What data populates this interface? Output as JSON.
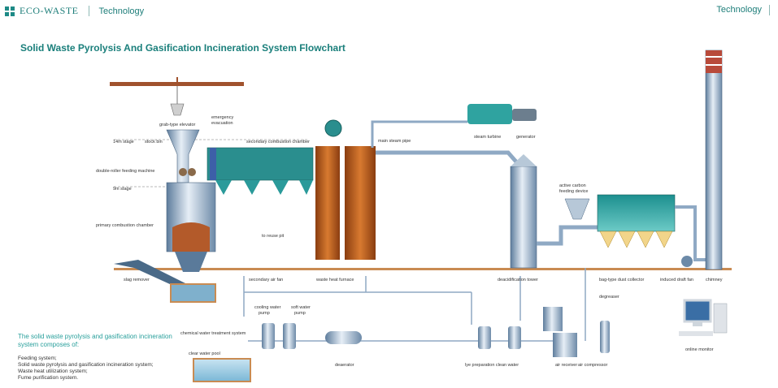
{
  "header": {
    "brand": "ECO-WASTE",
    "section": "Technology",
    "right_link": "Technology"
  },
  "title": "Solid Waste Pyrolysis And Gasification Incineration System Flowchart",
  "intro": "The solid waste pyrolysis and gasification incineration system composes of:",
  "systems": [
    "Feeding system;",
    "Solid waste pyrolysis and gasification incineration system;",
    "Waste heat utilization system;",
    "Fume purification system."
  ],
  "labels": {
    "grab_elevator": "grab-type elevator",
    "emergency_1": "emergency",
    "emergency_2": "evacuation",
    "stage_14m": "14m stage",
    "stock_bin": "stock bin",
    "secondary_chamber": "secondary combustion chamber",
    "main_steam_pipe": "main steam pipe",
    "steam_turbine": "steam turbine",
    "generator": "generator",
    "feeding_machine": "double-roller feeding machine",
    "stage_9m": "9m stage",
    "primary_chamber": "primary combustion chamber",
    "to_reuse_pit": "to reuse pit",
    "carbon_1": "active carbon",
    "carbon_2": "feeding device",
    "slag_remover": "slag remover",
    "secondary_fan": "secondary air fan",
    "waste_heat_furnace": "waste heat furnace",
    "deacidification_tower": "deacidification tower",
    "dust_collector": "bag-type dust collector",
    "induced_fan": "induced draft fan",
    "chimney": "chimney",
    "cooling_pump_1": "cooling water",
    "cooling_pump_2": "pump",
    "soft_pump_1": "soft water",
    "soft_pump_2": "pump",
    "degreaser": "degreaser",
    "chem_treatment": "chemical water treatment system",
    "clear_pool": "clear water pool",
    "deaerator": "deaerator",
    "lye_pool": "lye preparation clean water",
    "air_receiver": "air receiver",
    "air_compressor": "air compressor",
    "online_monitor": "online monitor"
  },
  "colors": {
    "accent": "#1a7f7b",
    "pipe": "#8fa9c4",
    "furnace": "#b85a1e",
    "teal_hopper": "#2a9a9a",
    "ground": "#c98b52"
  }
}
